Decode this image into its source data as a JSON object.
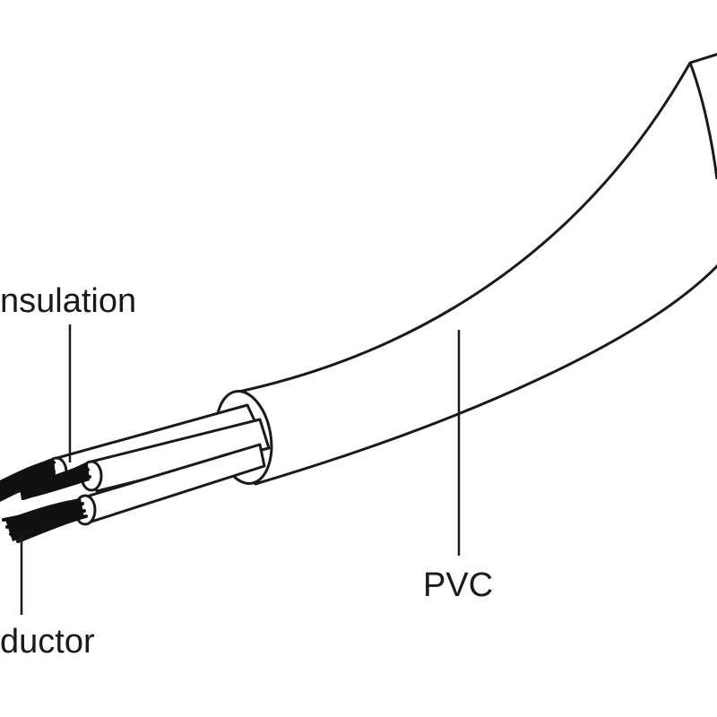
{
  "labels": {
    "insulation": "nsulation",
    "pvc": "PVC",
    "conductor": "ductor"
  },
  "colors": {
    "line": "#1a1a1a",
    "fill": "#ffffff",
    "strands": "#111111"
  }
}
